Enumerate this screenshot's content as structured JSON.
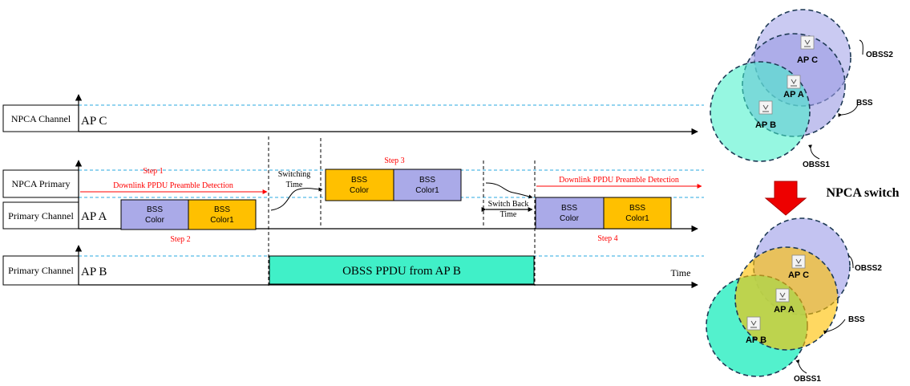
{
  "rows": {
    "npca_channel": {
      "label": "NPCA Channel",
      "ap": "AP C"
    },
    "npca_primary": {
      "label": "NPCA Primary"
    },
    "primary_a": {
      "label": "Primary Channel",
      "ap": "AP A"
    },
    "primary_b": {
      "label": "Primary Channel",
      "ap": "AP B"
    }
  },
  "steps": {
    "step1": "Step 1",
    "step2": "Step 2",
    "step3": "Step 3",
    "step4": "Step 4"
  },
  "detection": {
    "left": "Downlink PPDU Preamble Detection",
    "right": "Downlink PPDU Preamble Detection"
  },
  "switching": {
    "switch_line1": "Switching",
    "switch_line2": "Time",
    "back_line1": "Switch Back",
    "back_line2": "Time"
  },
  "ppdu": {
    "bss": "BSS",
    "color": "Color",
    "color1": "Color1",
    "obss": "OBSS PPDU from AP B"
  },
  "time_label": "Time",
  "npca_switch": "NPCA switch",
  "venn": {
    "ap_c": "AP C",
    "ap_a": "AP A",
    "ap_b": "AP B",
    "obss2": "OBSS2",
    "bss": "BSS",
    "obss1": "OBSS1"
  },
  "colors": {
    "purple": "#aaaae8",
    "orange": "#ffc000",
    "teal": "#40f0c8",
    "red": "#ff0000",
    "dash_blue": "#2aa8e0"
  }
}
